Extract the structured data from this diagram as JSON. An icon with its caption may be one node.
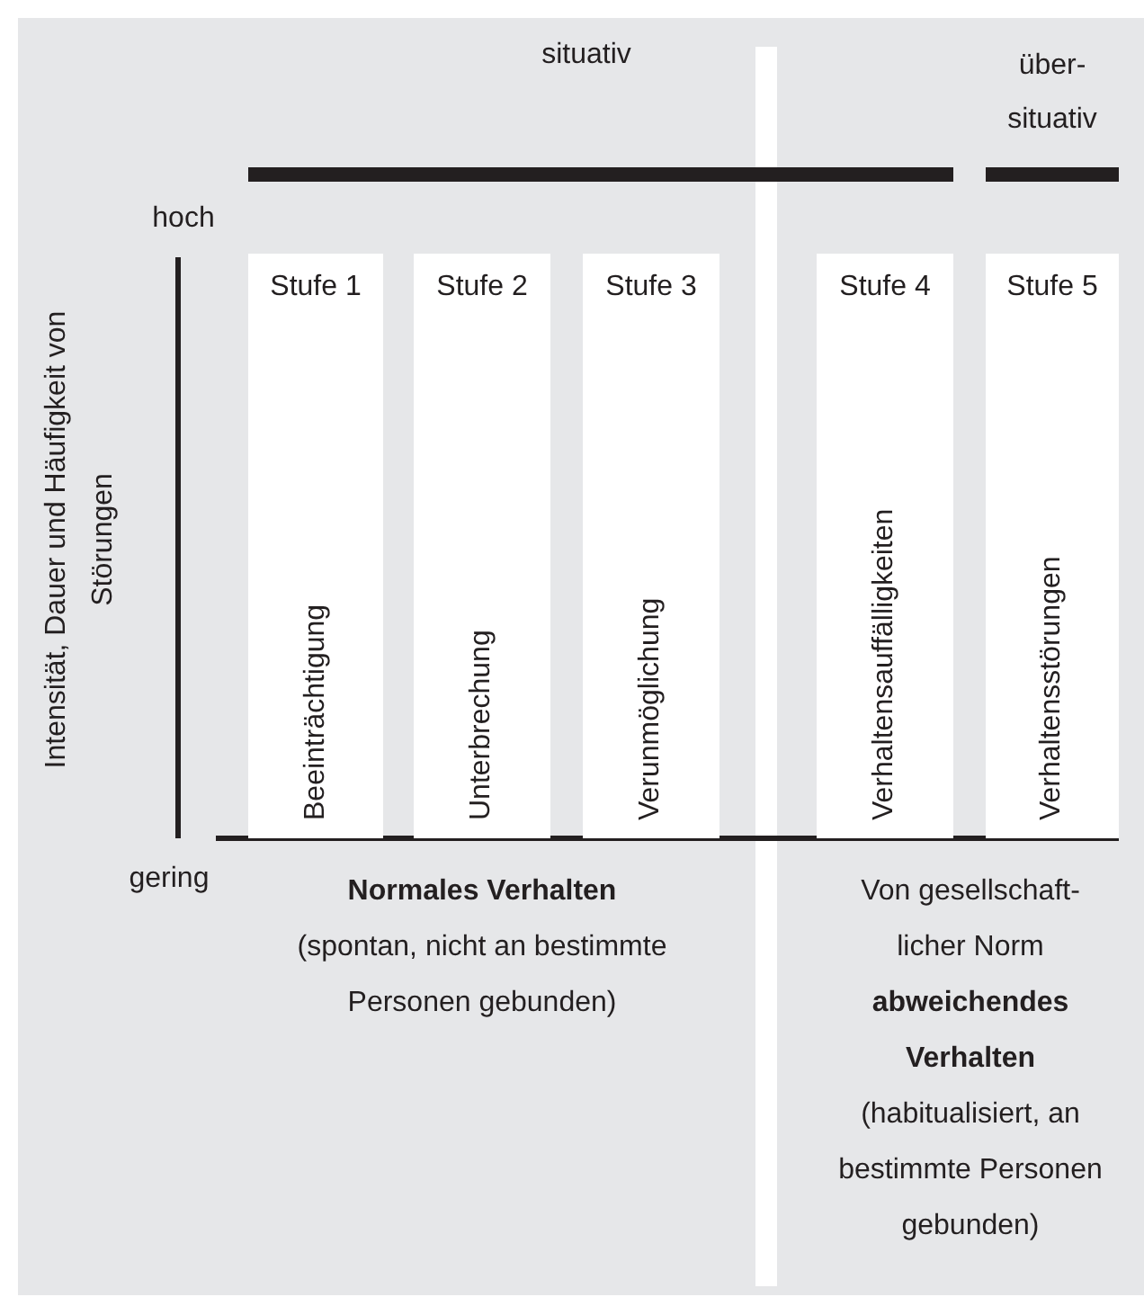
{
  "diagram": {
    "nodes": [
      {
        "text": [
          "Stufe 1",
          "Beeinträchtigung"
        ]
      },
      {
        "text": [
          "Stufe 2",
          "Unterbrechung"
        ]
      },
      {
        "text": [
          "Stufe 3",
          "Verunmöglichung"
        ]
      },
      {
        "text": [
          "Stufe 4",
          "Verhaltensauffälligkeiten"
        ]
      },
      {
        "text": [
          "Stufe 5",
          "Verhaltensstörungen"
        ]
      }
    ],
    "labels": [
      "situativ",
      "über- situativ",
      "hoch",
      "Intensität, Dauer und Häufigkeit von Störungen",
      "gering",
      "**Normales Verhalten** (spontan, nicht an bestimmte Personen gebunden)",
      "Von gesellschaft- licher Norm **abweichendes Verhalten** (habitualisiert, an bestimmte Personen gebunden)"
    ]
  }
}
